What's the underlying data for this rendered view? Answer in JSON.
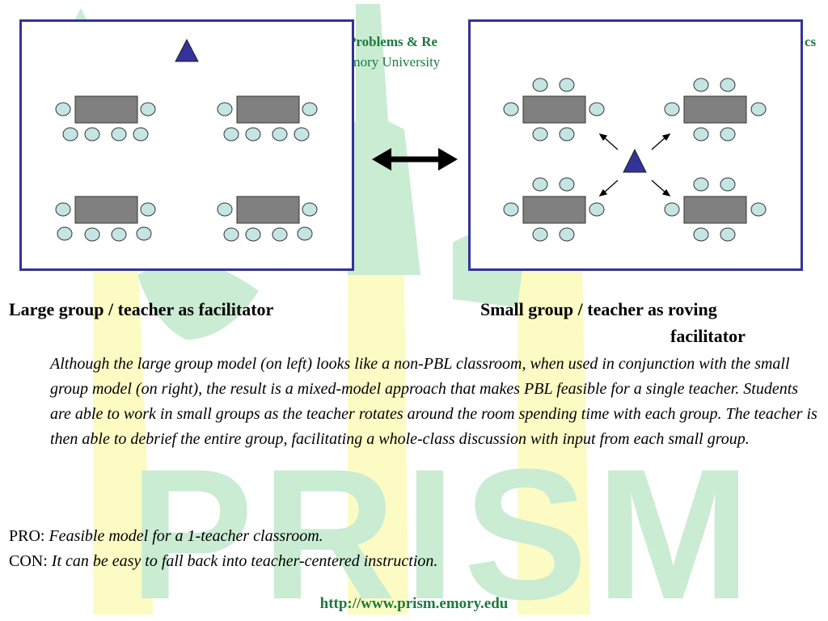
{
  "header": {
    "left_title_fragment": "Problems & Re",
    "right_title_fragment": "cs",
    "sub_fragment": "Emory University"
  },
  "watermark": {
    "text": "PRISM",
    "color_green": "#c9ecd3",
    "color_yellow": "#fdfbc4"
  },
  "diagrams": {
    "left": {
      "caption": "Large group / teacher as facilitator"
    },
    "right": {
      "caption_line1": "Small group / teacher as roving",
      "caption_line2": "facilitator"
    },
    "colors": {
      "border": "#33339a",
      "teacher": "#33339a",
      "table": "#808080",
      "chair": "#c5e4e4"
    }
  },
  "description": "Although the large group model (on left) looks like a non-PBL classroom, when used in conjunction with the small group model (on right), the result is a mixed-model approach that makes PBL feasible for a single teacher. Students are able to work in small groups as the teacher rotates around the room spending time with each group. The teacher is then able to debrief the entire group, facilitating a whole-class discussion with input from each small group.",
  "pro": {
    "label": "PRO:",
    "text": "Feasible model for a 1-teacher classroom."
  },
  "con": {
    "label": "CON:",
    "text": "It can be easy to fall back into teacher-centered instruction."
  },
  "footer": {
    "url": "http://www.prism.emory.edu"
  }
}
